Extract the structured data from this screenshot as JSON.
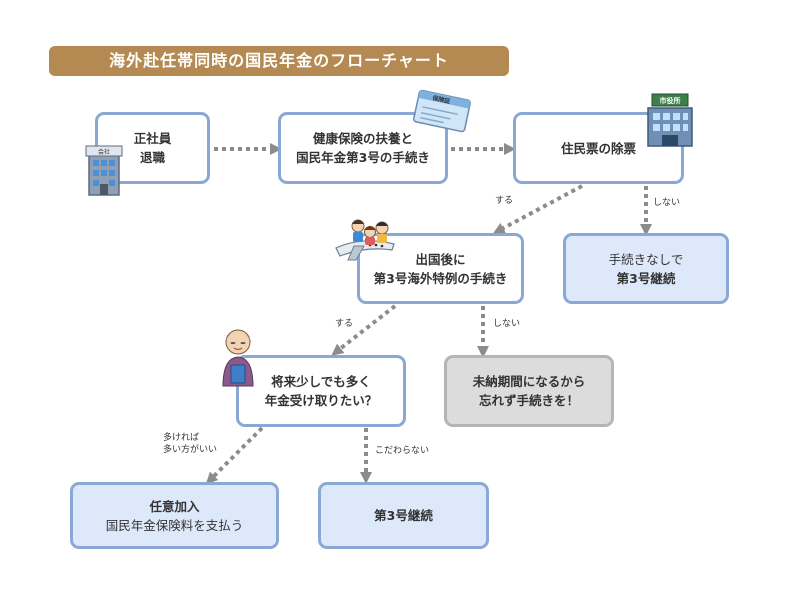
{
  "title": "海外赴任帯同時の国民年金のフローチャート",
  "colors": {
    "title_bg": "#b58a52",
    "box_border": "#8aa8d4",
    "box_fill": "#dde9fa",
    "gray_fill": "#dcdcdc",
    "gray_border": "#b5b5b5",
    "arrow": "#8c8c8c"
  },
  "nodes": {
    "resign": {
      "line1": "正社員",
      "line2": "退職"
    },
    "dependent": {
      "line1": "健康保険の扶養と",
      "line2": "国民年金第3号の手続き"
    },
    "resident": {
      "line1": "住民票の除票"
    },
    "no_procedure": {
      "line1": "手続きなしで",
      "line2": "第3号継続"
    },
    "after_departure": {
      "line1": "出国後に",
      "line2": "第3号海外特例の手続き"
    },
    "unpaid": {
      "line1": "未納期間になるから",
      "line2": "忘れず手続きを！"
    },
    "future": {
      "line1": "将来少しでも多く",
      "line2": "年金受け取りたい？"
    },
    "voluntary": {
      "line1": "任意加入",
      "line2": "国民年金保険料を支払う"
    },
    "continue3": {
      "line1": "第3号継続"
    }
  },
  "edge_labels": {
    "resident_yes": "する",
    "resident_no": "しない",
    "special_yes": "する",
    "special_no": "しない",
    "more_line1": "多ければ",
    "more_line2": "多い方がいい",
    "dont_care": "こだわらない"
  },
  "icons": {
    "office_left": "office-building-icon",
    "insurance_card": "insurance-card-icon",
    "city_hall": "city-hall-icon",
    "family_plane": "family-airplane-icon",
    "elderly": "elderly-woman-icon"
  },
  "icon_texts": {
    "office_sign": "会社",
    "card_title": "保険証",
    "hall_sign": "市役所"
  }
}
